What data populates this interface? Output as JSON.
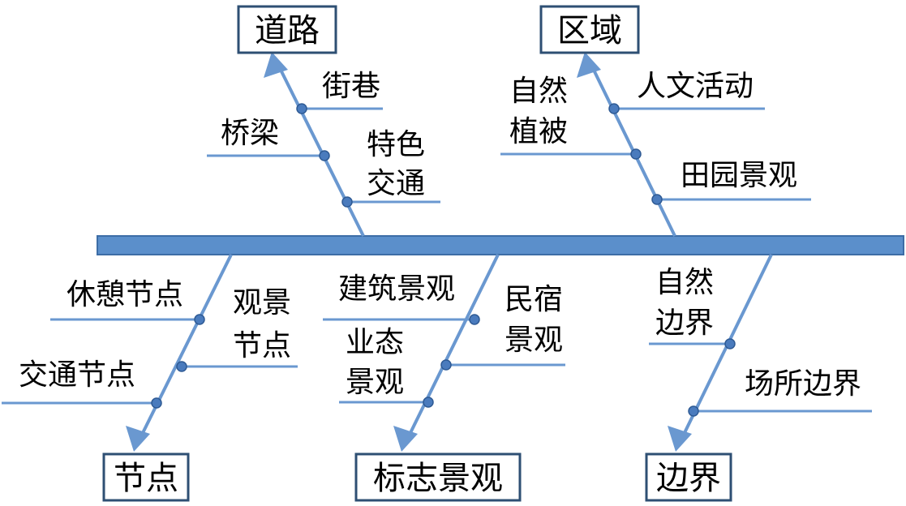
{
  "colors": {
    "spine_fill": "#5B8FCB",
    "spine_stroke": "#3D6DA6",
    "branch": "#6A98D0",
    "dot_fill": "#4A7BBD",
    "dot_stroke": "#2E5A94",
    "box_border": "#2E4F73",
    "text": "#000000"
  },
  "categories": {
    "road": {
      "title": "道路",
      "causes": [
        "街巷",
        "桥梁",
        "特色",
        "交通"
      ]
    },
    "area": {
      "title": "区域",
      "causes": [
        "自然",
        "植被",
        "人文活动",
        "田园景观"
      ]
    },
    "node": {
      "title": "节点",
      "causes": [
        "休憩节点",
        "观景",
        "节点",
        "交通节点"
      ]
    },
    "landmark": {
      "title": "标志景观",
      "causes": [
        "建筑景观",
        "民宿",
        "景观",
        "业态",
        "景观"
      ]
    },
    "edge": {
      "title": "边界",
      "causes": [
        "自然",
        "边界",
        "场所边界"
      ]
    }
  }
}
